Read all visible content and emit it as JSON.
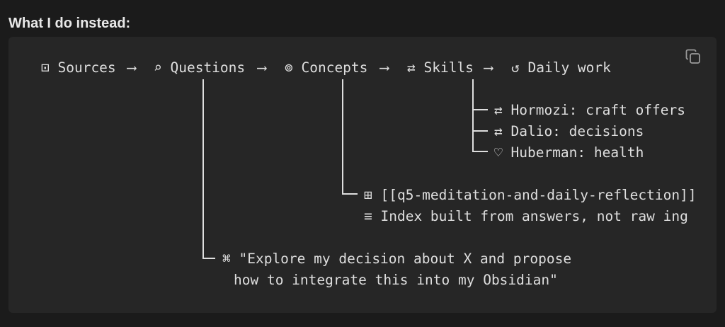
{
  "heading": "What I do instead:",
  "copy_button": {
    "icon": "copy-icon"
  },
  "pipeline": {
    "sources": "⊡ Sources",
    "arrow": "⟶",
    "questions": "⌕ Questions",
    "concepts": "⊚ Concepts",
    "skills": "⇄ Skills",
    "daily_work": "↺ Daily work"
  },
  "skills_branch": [
    "⇄ Hormozi: craft offers",
    "⇄ Dalio: decisions",
    "♡ Huberman: health"
  ],
  "concepts_branch": [
    "⊞ [[q5-meditation-and-daily-reflection]]",
    "≡ Index built from answers, not raw ing"
  ],
  "questions_branch": [
    "⌘ \"Explore my decision about X and propose",
    "how to integrate this into my Obsidian\""
  ]
}
